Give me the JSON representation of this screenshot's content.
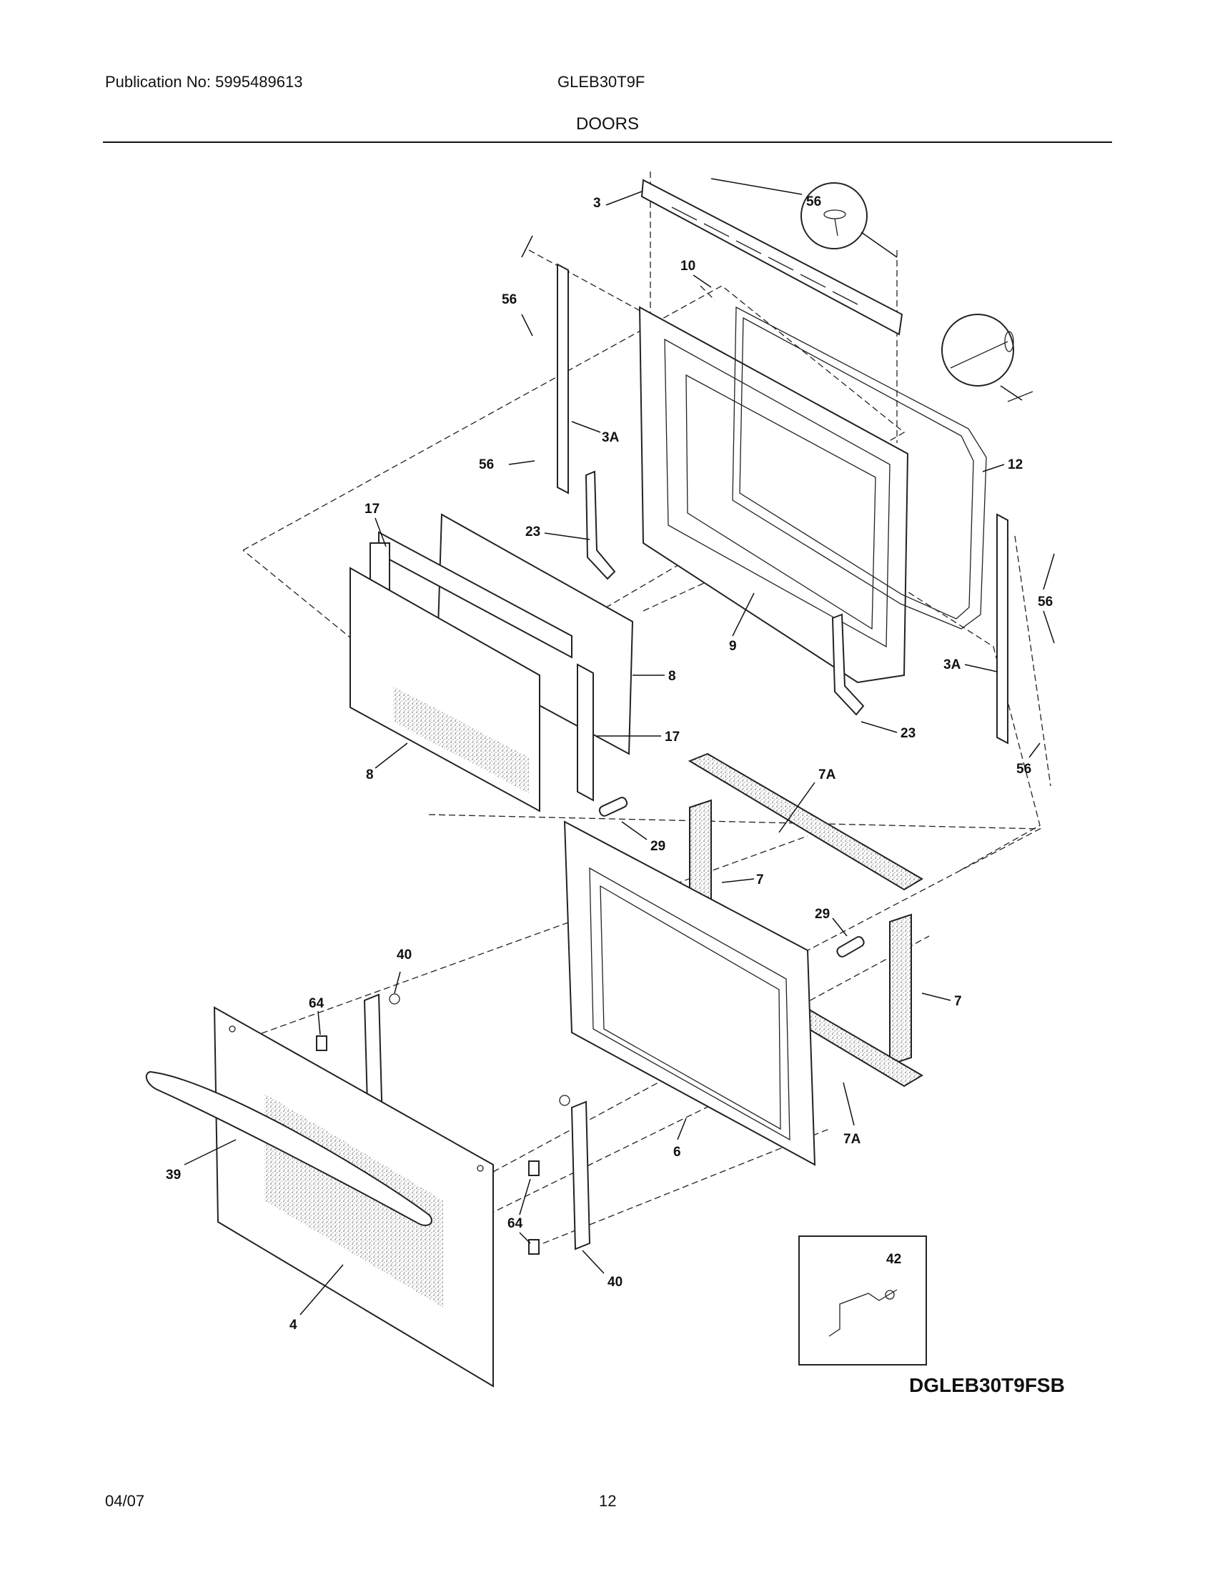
{
  "header": {
    "publication": "Publication No: 5995489613",
    "model": "GLEB30T9F",
    "section_title": "DOORS"
  },
  "diagram": {
    "code": "DGLEB30T9FSB",
    "callouts": [
      "3",
      "56",
      "10",
      "56",
      "3A",
      "56",
      "12",
      "17",
      "23",
      "8",
      "17",
      "8",
      "9",
      "56",
      "3A",
      "23",
      "56",
      "7A",
      "29",
      "7",
      "29",
      "7",
      "7A",
      "40",
      "64",
      "39",
      "6",
      "64",
      "40",
      "4",
      "42"
    ]
  },
  "footer": {
    "date": "04/07",
    "page": "12"
  }
}
